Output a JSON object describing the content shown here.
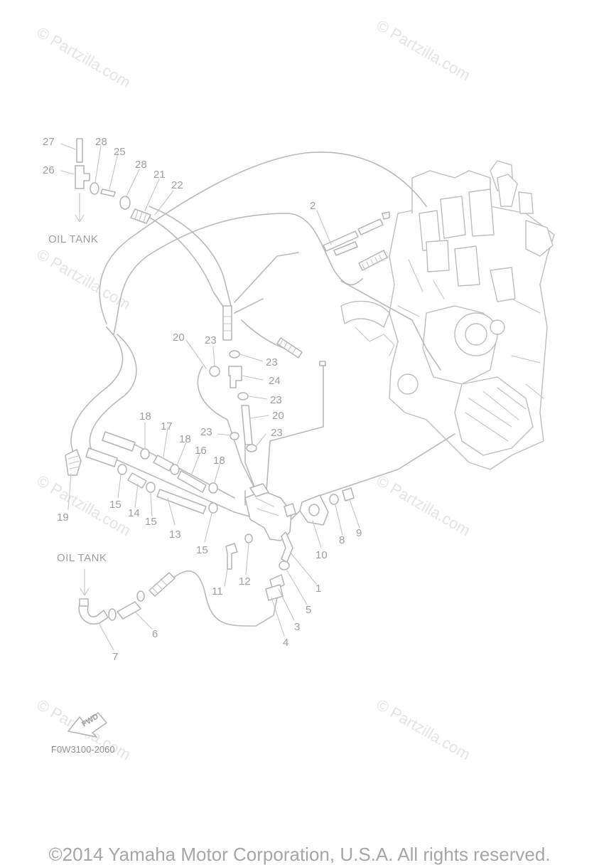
{
  "watermark": "© Partzilla.com",
  "labels": {
    "oil_tank_top": "OIL TANK",
    "oil_tank_bottom": "OIL TANK",
    "fwd": "FWD",
    "drawing_code": "F0W3100-2060"
  },
  "callouts": {
    "c1": "1",
    "c2": "2",
    "c3": "3",
    "c4": "4",
    "c5": "5",
    "c6": "6",
    "c7": "7",
    "c8": "8",
    "c9": "9",
    "c10": "10",
    "c11": "11",
    "c12": "12",
    "c13": "13",
    "c14": "14",
    "c15a": "15",
    "c15b": "15",
    "c15c": "15",
    "c16": "16",
    "c17": "17",
    "c18a": "18",
    "c18b": "18",
    "c18c": "18",
    "c19": "19",
    "c20a": "20",
    "c20b": "20",
    "c21": "21",
    "c22": "22",
    "c23a": "23",
    "c23b": "23",
    "c23c": "23",
    "c23d": "23",
    "c23e": "23",
    "c24": "24",
    "c25": "25",
    "c26": "26",
    "c27": "27",
    "c28a": "28",
    "c28b": "28"
  },
  "copyright": "©2014 Yamaha Motor Corporation, U.S.A. All rights reserved."
}
